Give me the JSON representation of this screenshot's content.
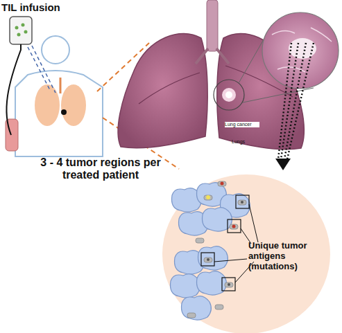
{
  "diagram": {
    "nodes": [
      {
        "text": [
          "Unique tumor antigens (mutations)"
        ]
      }
    ],
    "labels": [
      "TIL infusion",
      "Lungs",
      "Lung cancer",
      "3 - 4 tumor regions per treated patient"
    ]
  }
}
